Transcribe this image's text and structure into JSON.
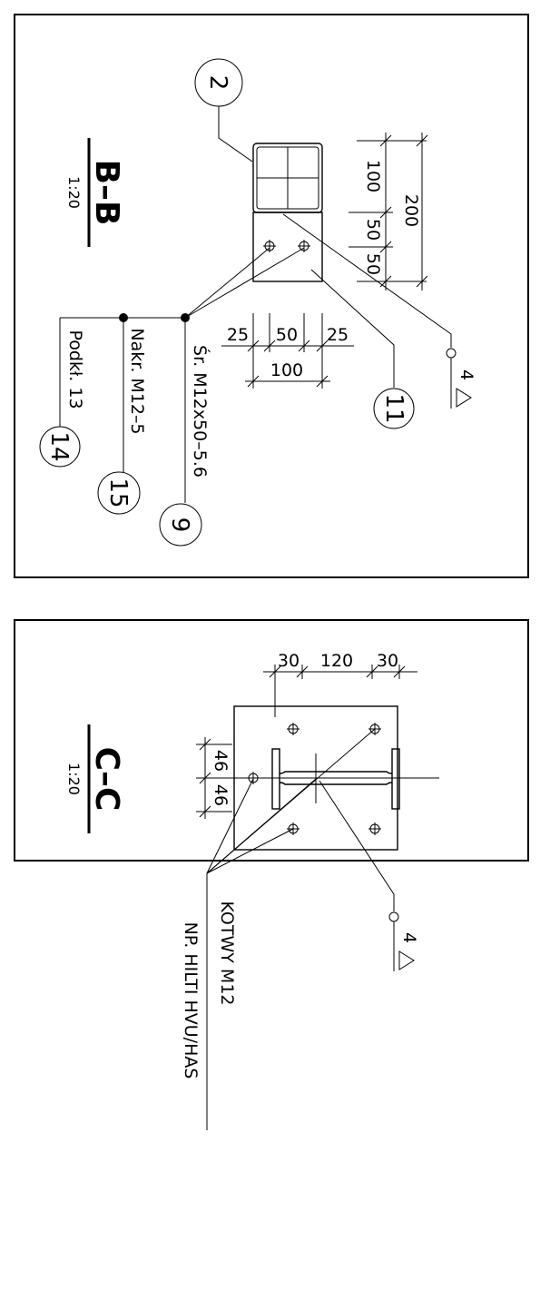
{
  "sections": [
    {
      "id": "B-B",
      "title": "B–B",
      "scale": "1:20",
      "dimensions": [
        "100",
        "50",
        "50",
        "200",
        "25",
        "50",
        "25",
        "100"
      ],
      "weld": "4",
      "callouts": [
        {
          "number": "2"
        },
        {
          "number": "11"
        },
        {
          "number": "9",
          "label": "Śr. M12x50–5.6"
        },
        {
          "number": "15",
          "label": "Nakr. M12–5"
        },
        {
          "number": "14",
          "label": "Podkł. 13"
        }
      ]
    },
    {
      "id": "C-C",
      "title": "C–C",
      "scale": "1:20",
      "dimensions": [
        "30",
        "120",
        "30",
        "46",
        "46"
      ],
      "weld": "4",
      "anchor_label_1": "KOTWY M12",
      "anchor_label_2": "NP. HILTI HVU/HAS"
    }
  ]
}
